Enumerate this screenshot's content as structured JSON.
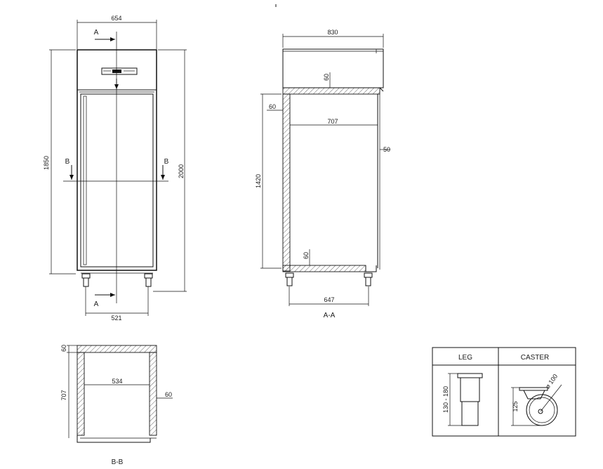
{
  "front_view": {
    "width_top": "654",
    "height_total": "2000",
    "height_door": "1850",
    "leg_span": "521",
    "section_a_label": "A",
    "section_b_label": "B"
  },
  "section_aa": {
    "width_total": "830",
    "top_wall": "60",
    "left_wall": "60",
    "inner_width": "707",
    "door_gap": "50",
    "inner_height": "1420",
    "bottom_wall": "60",
    "leg_span": "647",
    "caption": "A-A"
  },
  "section_bb": {
    "top_wall": "60",
    "height": "707",
    "inner_width": "534",
    "side_wall": "60",
    "caption": "B-B"
  },
  "detail_box": {
    "leg_title": "LEG",
    "caster_title": "CASTER",
    "leg_height": "130 - 180",
    "caster_height": "125",
    "caster_diameter": "ø 100"
  }
}
